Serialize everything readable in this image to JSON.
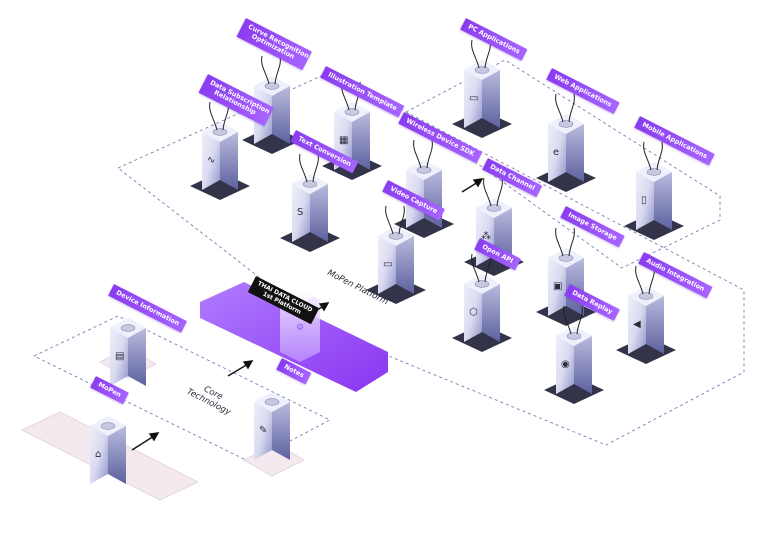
{
  "platform_area_label": "MoPen Platform",
  "core_area_label": "Core\nTechnology",
  "hub_label": "THAI DATA CLOUD\n1st Platform",
  "colors": {
    "accent": "#9b4dff",
    "server_top": "#e4e6f6",
    "server_base": "#34344a"
  },
  "nodes": [
    {
      "id": "curve-recognition",
      "label": "Curve Recognition\nOptimization",
      "icon": "hand-pen-icon"
    },
    {
      "id": "illustration-template",
      "label": "Illustration Template",
      "icon": "template-icon"
    },
    {
      "id": "data-subscription",
      "label": "Data Subscription\nRelationship",
      "icon": "wave-icon"
    },
    {
      "id": "text-conversion",
      "label": "Text Conversion",
      "icon": "s-glyph-icon"
    },
    {
      "id": "wireless-sdk",
      "label": "Wireless Device SDK",
      "icon": "layers-icon"
    },
    {
      "id": "video-capture",
      "label": "Video Capture",
      "icon": "video-icon"
    },
    {
      "id": "data-channel",
      "label": "Data Channel",
      "icon": "network-icon"
    },
    {
      "id": "open-api",
      "label": "Open API",
      "icon": "api-icon"
    },
    {
      "id": "pc-applications",
      "label": "PC Applications",
      "icon": "monitor-icon"
    },
    {
      "id": "web-applications",
      "label": "Web Applications",
      "icon": "browser-icon"
    },
    {
      "id": "mobile-applications",
      "label": "Mobile Applications",
      "icon": "phone-icon"
    },
    {
      "id": "image-storage",
      "label": "Image Storage",
      "icon": "image-icon"
    },
    {
      "id": "audio-integration",
      "label": "Audio Integration",
      "icon": "speaker-icon"
    },
    {
      "id": "data-replay",
      "label": "Data Replay",
      "icon": "replay-icon"
    },
    {
      "id": "device-information",
      "label": "Device Information",
      "icon": "device-info-icon"
    },
    {
      "id": "notes",
      "label": "Notes",
      "icon": "note-icon"
    },
    {
      "id": "mopen",
      "label": "MoPen",
      "icon": "pen-device-icon"
    }
  ]
}
